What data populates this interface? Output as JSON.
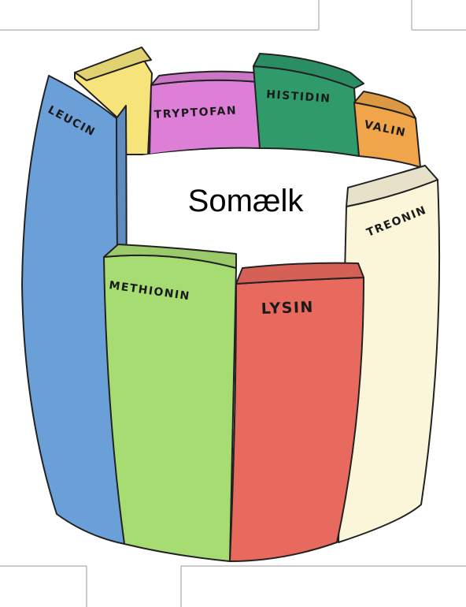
{
  "center_label": "Somælk",
  "staves": {
    "leucin": {
      "label": "LEUCIN",
      "color": "#6b9fd8"
    },
    "isoleucin": {
      "label": "",
      "color": "#f6e37a"
    },
    "tryptofan": {
      "label": "TRYPTOFAN",
      "color": "#dd7fd6"
    },
    "histidin": {
      "label": "HISTIDIN",
      "color": "#2f9a6a"
    },
    "valin": {
      "label": "VALIN",
      "color": "#f0a54a"
    },
    "treonin": {
      "label": "TREONIN",
      "color": "#fbf5da"
    },
    "methionin": {
      "label": "METHIONIN",
      "color": "#a7dc73"
    },
    "lysin": {
      "label": "LYSIN",
      "color": "#e8695e"
    }
  }
}
